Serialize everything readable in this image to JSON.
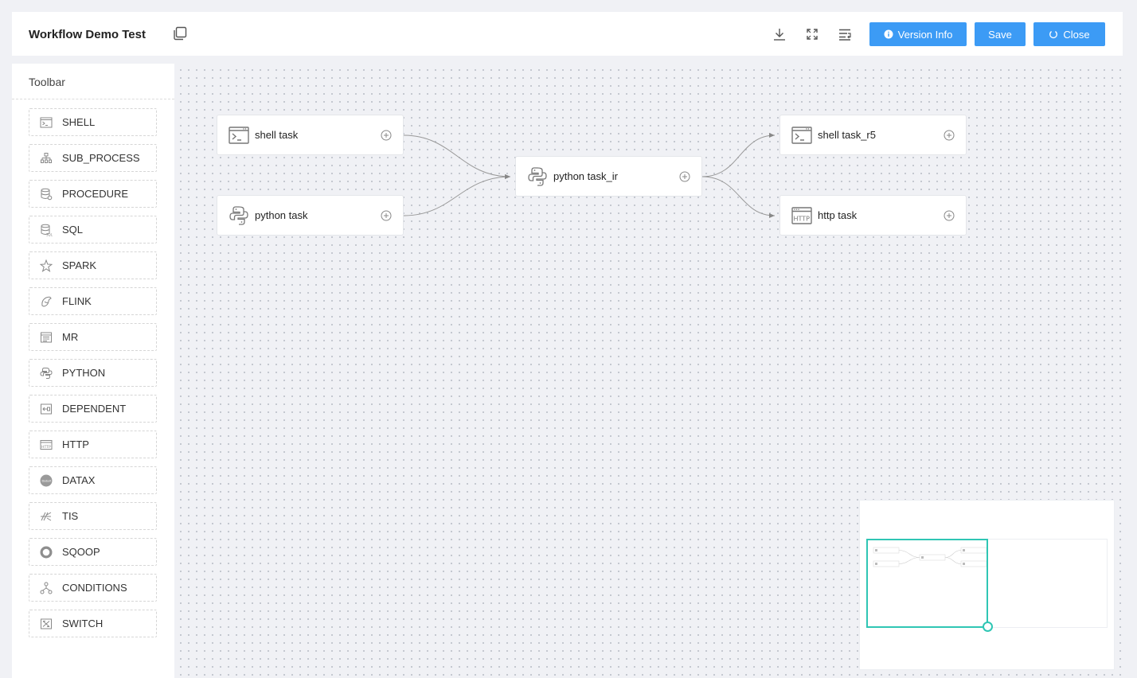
{
  "header": {
    "title": "Workflow Demo Test",
    "version_info_label": "Version Info",
    "save_label": "Save",
    "close_label": "Close"
  },
  "sidebar": {
    "title": "Toolbar",
    "items": [
      {
        "label": "SHELL",
        "icon": "shell-icon"
      },
      {
        "label": "SUB_PROCESS",
        "icon": "sub-process-icon"
      },
      {
        "label": "PROCEDURE",
        "icon": "procedure-icon"
      },
      {
        "label": "SQL",
        "icon": "sql-icon"
      },
      {
        "label": "SPARK",
        "icon": "spark-icon"
      },
      {
        "label": "FLINK",
        "icon": "flink-icon"
      },
      {
        "label": "MR",
        "icon": "mr-icon"
      },
      {
        "label": "PYTHON",
        "icon": "python-icon"
      },
      {
        "label": "DEPENDENT",
        "icon": "dependent-icon"
      },
      {
        "label": "HTTP",
        "icon": "http-icon"
      },
      {
        "label": "DATAX",
        "icon": "datax-icon"
      },
      {
        "label": "TIS",
        "icon": "tis-icon"
      },
      {
        "label": "SQOOP",
        "icon": "sqoop-icon"
      },
      {
        "label": "CONDITIONS",
        "icon": "conditions-icon"
      },
      {
        "label": "SWITCH",
        "icon": "switch-icon"
      }
    ]
  },
  "canvas": {
    "nodes": [
      {
        "label": "shell task",
        "icon": "shell-icon"
      },
      {
        "label": "python task",
        "icon": "python-icon"
      },
      {
        "label": "python task_ir",
        "icon": "python-icon"
      },
      {
        "label": "shell task_r5",
        "icon": "shell-icon"
      },
      {
        "label": "http task",
        "icon": "http-icon"
      }
    ],
    "edges": [
      {
        "from": "shell task",
        "to": "python task_ir"
      },
      {
        "from": "python task",
        "to": "python task_ir"
      },
      {
        "from": "python task_ir",
        "to": "shell task_r5"
      },
      {
        "from": "python task_ir",
        "to": "http task"
      }
    ]
  },
  "colors": {
    "primary": "#3c9bf5",
    "minimap_viewport": "#2fc6b4",
    "canvas_bg": "#f0f1f5"
  }
}
